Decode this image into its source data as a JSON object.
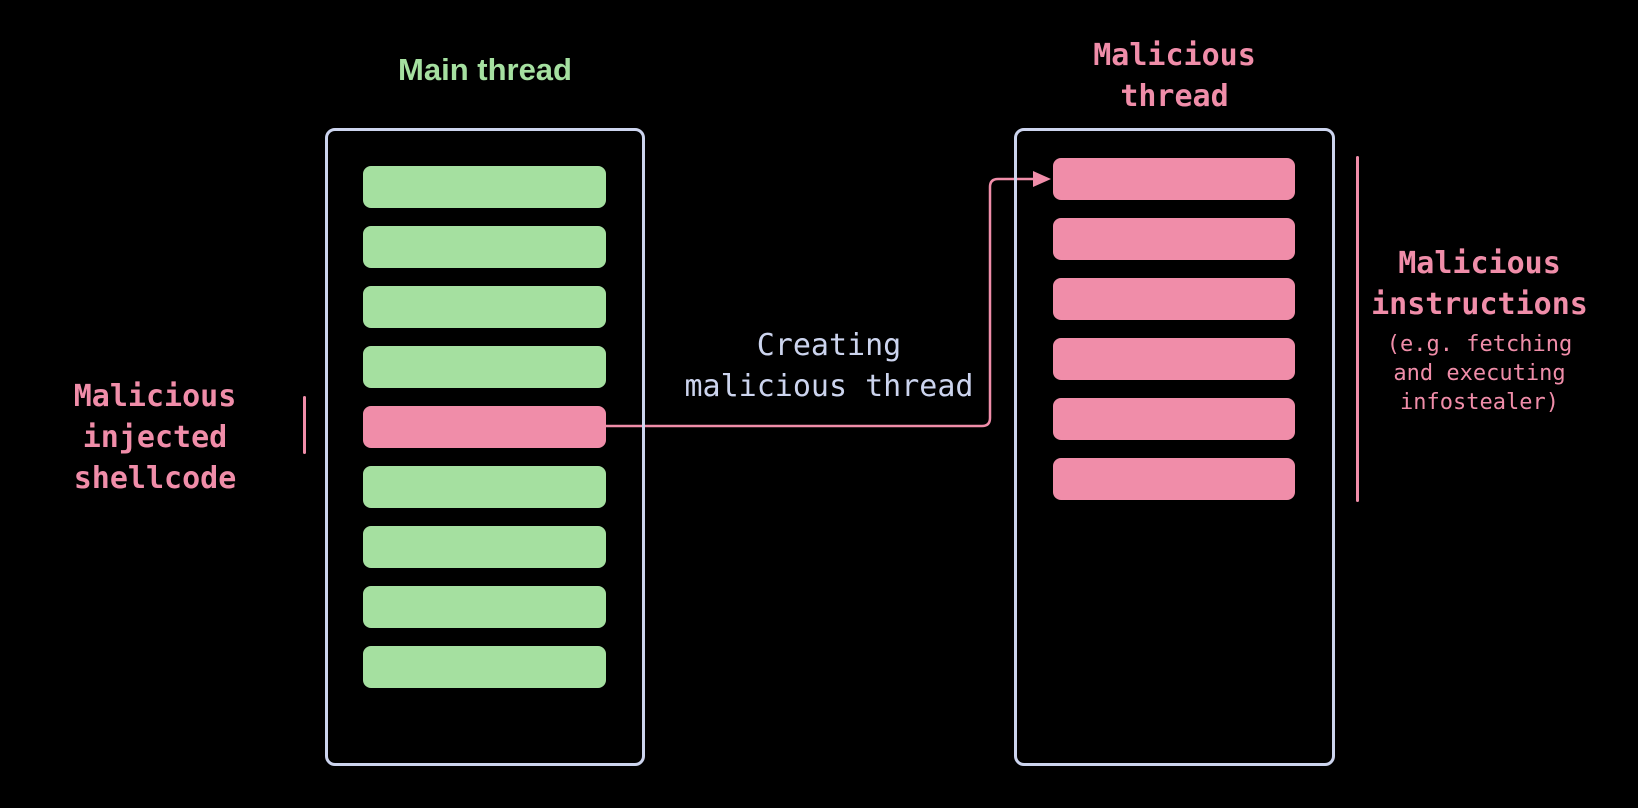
{
  "colors": {
    "green": "#a5e0a0",
    "pink": "#f08da9",
    "lavender": "#ccd4ee",
    "background": "#000000"
  },
  "main_thread": {
    "title": "Main thread",
    "blocks": [
      "green",
      "green",
      "green",
      "green",
      "pink",
      "green",
      "green",
      "green",
      "green"
    ]
  },
  "malicious_thread": {
    "title": "Malicious\nthread",
    "blocks": [
      "pink",
      "pink",
      "pink",
      "pink",
      "pink",
      "pink"
    ]
  },
  "labels": {
    "injected_shellcode": "Malicious\ninjected\nshellcode",
    "creating_thread": "Creating\nmalicious thread",
    "malicious_instructions": "Malicious\ninstructions",
    "instructions_detail": "(e.g. fetching\nand executing\ninfostealer)"
  }
}
